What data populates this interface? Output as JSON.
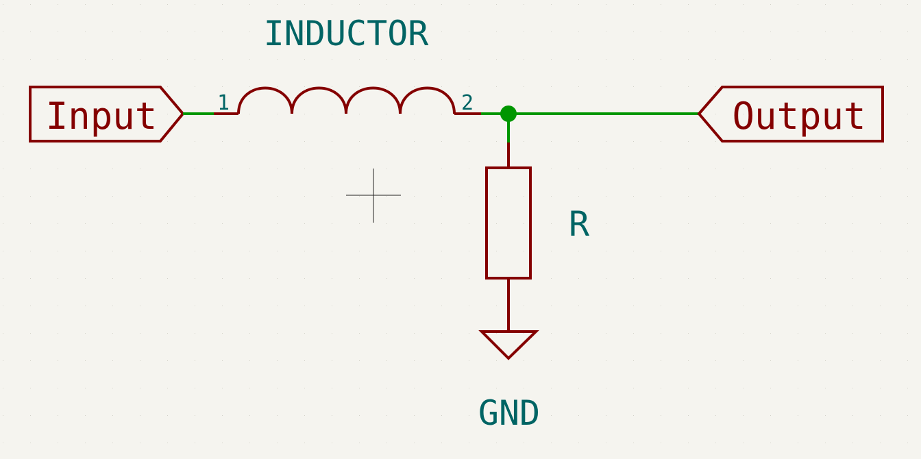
{
  "schematic": {
    "inductor": {
      "reference": "INDUCTOR",
      "pin1": "1",
      "pin2": "2"
    },
    "resistor": {
      "reference": "R"
    },
    "ground": {
      "label": "GND"
    },
    "labels": {
      "input": "Input",
      "output": "Output"
    },
    "colors": {
      "background": "#f5f4ef",
      "symbol": "#840000",
      "wire": "#009600",
      "text": "#006464",
      "label_text": "#840000"
    }
  }
}
